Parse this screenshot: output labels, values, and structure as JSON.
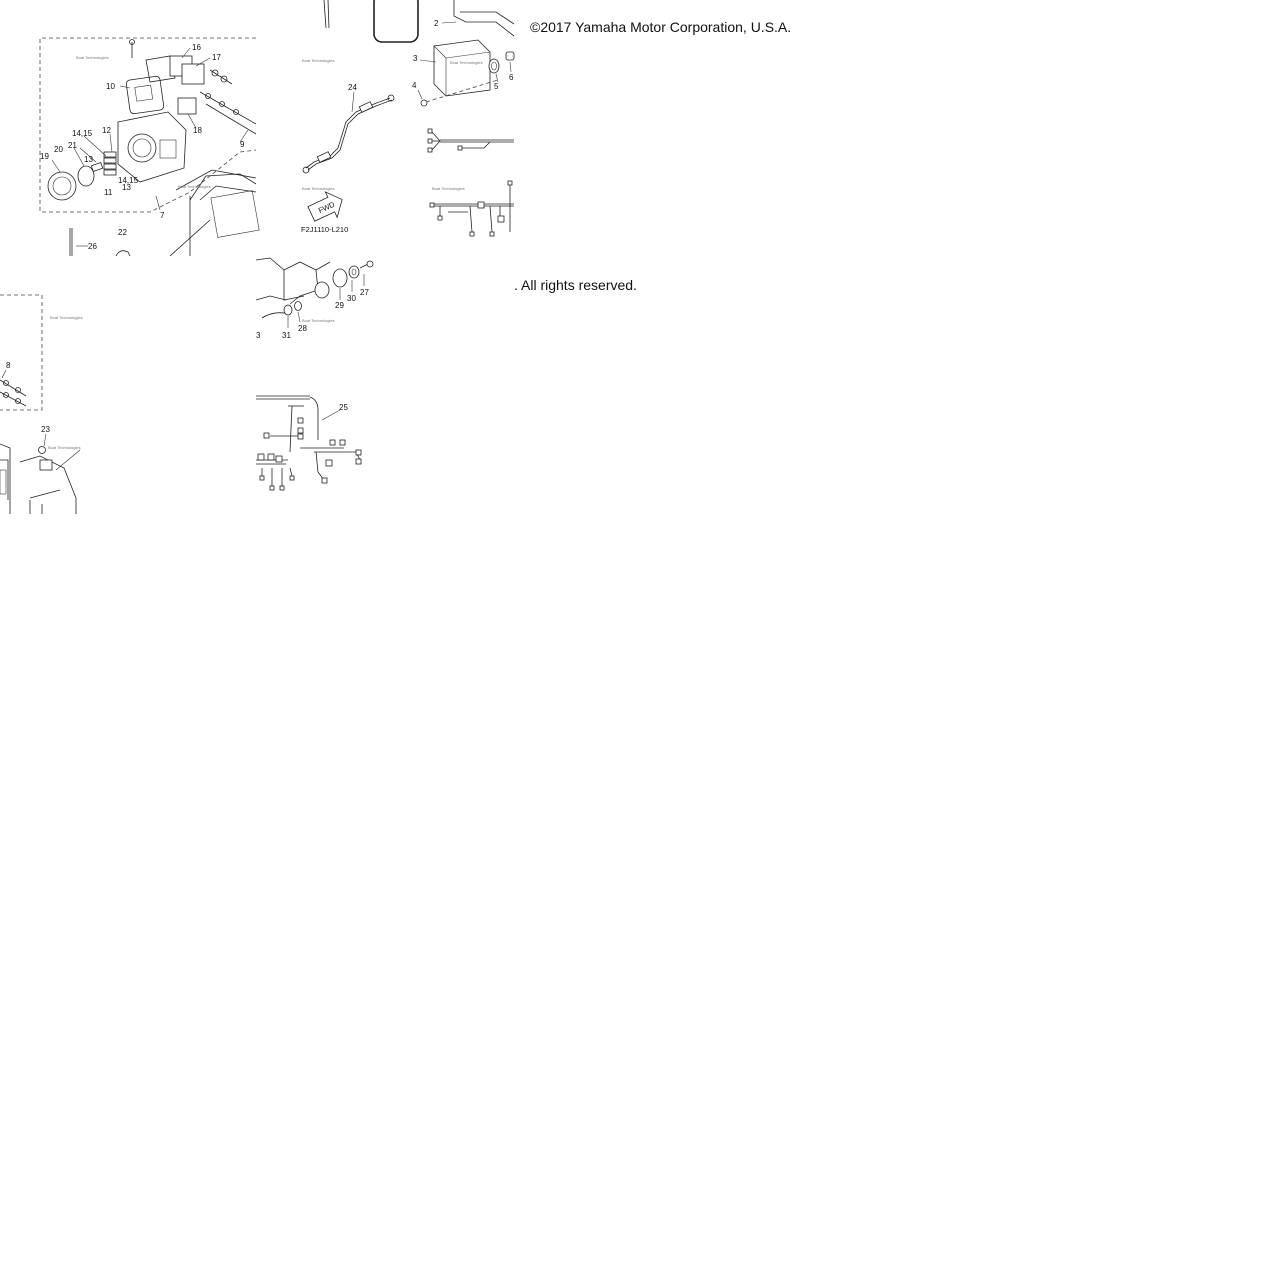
{
  "copyright": {
    "line1": "©2017 Yamaha Motor Corporation, U.S.A.",
    "line2": ". All rights reserved."
  },
  "diagram": {
    "drawing_code": "F2J1110-L210",
    "fwd_label": "FWD",
    "watermark": "Boat Technologies",
    "callouts": {
      "c1": "2",
      "c2": "3",
      "c3": "4",
      "c4": "5",
      "c5": "6",
      "c6": "7",
      "c7": "8",
      "c8": "9",
      "c9": "10",
      "c10": "11",
      "c11": "12",
      "c12": "13",
      "c13": "13",
      "c14": "14,15",
      "c15": "14,15",
      "c16": "16",
      "c17": "17",
      "c18": "18",
      "c19": "19",
      "c20": "20",
      "c21": "21",
      "c22": "22",
      "c23": "23",
      "c24": "24",
      "c25": "25",
      "c26": "26",
      "c27": "27",
      "c28": "28",
      "c29": "29",
      "c30": "30",
      "c31": "31"
    }
  }
}
